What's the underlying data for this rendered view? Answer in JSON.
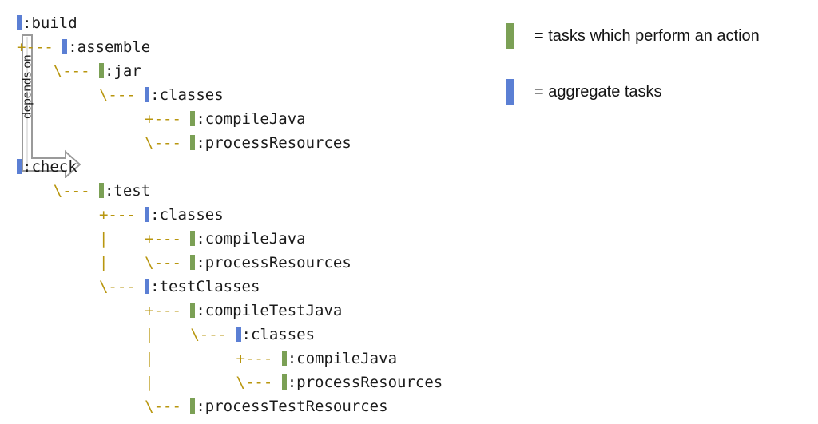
{
  "diagram": {
    "title": "Gradle task dependency tree",
    "colors": {
      "aggregate": "#5b7fd4",
      "action": "#7ba055",
      "connector": "#b8960e",
      "text": "#1b1b1b",
      "background": "#ffffff",
      "bracket_stroke": "#9a9a9a"
    }
  },
  "depends_on": {
    "label": "depends on",
    "from": ":build",
    "to": ":check",
    "arrow_icon": "arrow-right-outline-icon"
  },
  "tree": {
    "rows": [
      {
        "connector": "",
        "marker": "aggregate",
        "name": ":build"
      },
      {
        "connector": "+--- ",
        "marker": "aggregate",
        "name": ":assemble"
      },
      {
        "connector": "    \\--- ",
        "marker": "action",
        "name": ":jar"
      },
      {
        "connector": "         \\--- ",
        "marker": "aggregate",
        "name": ":classes"
      },
      {
        "connector": "              +--- ",
        "marker": "action",
        "name": ":compileJava"
      },
      {
        "connector": "              \\--- ",
        "marker": "action",
        "name": ":processResources"
      },
      {
        "connector": "",
        "marker": "aggregate",
        "name": ":check"
      },
      {
        "connector": "    \\--- ",
        "marker": "action",
        "name": ":test"
      },
      {
        "connector": "         +--- ",
        "marker": "aggregate",
        "name": ":classes"
      },
      {
        "connector": "         |    +--- ",
        "marker": "action",
        "name": ":compileJava"
      },
      {
        "connector": "         |    \\--- ",
        "marker": "action",
        "name": ":processResources"
      },
      {
        "connector": "         \\--- ",
        "marker": "aggregate",
        "name": ":testClasses"
      },
      {
        "connector": "              +--- ",
        "marker": "action",
        "name": ":compileTestJava"
      },
      {
        "connector": "              |    \\--- ",
        "marker": "aggregate",
        "name": ":classes"
      },
      {
        "connector": "              |         +--- ",
        "marker": "action",
        "name": ":compileJava"
      },
      {
        "connector": "              |         \\--- ",
        "marker": "action",
        "name": ":processResources"
      },
      {
        "connector": "              \\--- ",
        "marker": "action",
        "name": ":processTestResources"
      }
    ]
  },
  "legend": {
    "items": [
      {
        "swatch": "action",
        "text": "= tasks which perform an action"
      },
      {
        "swatch": "aggregate",
        "text": "= aggregate tasks"
      }
    ]
  }
}
